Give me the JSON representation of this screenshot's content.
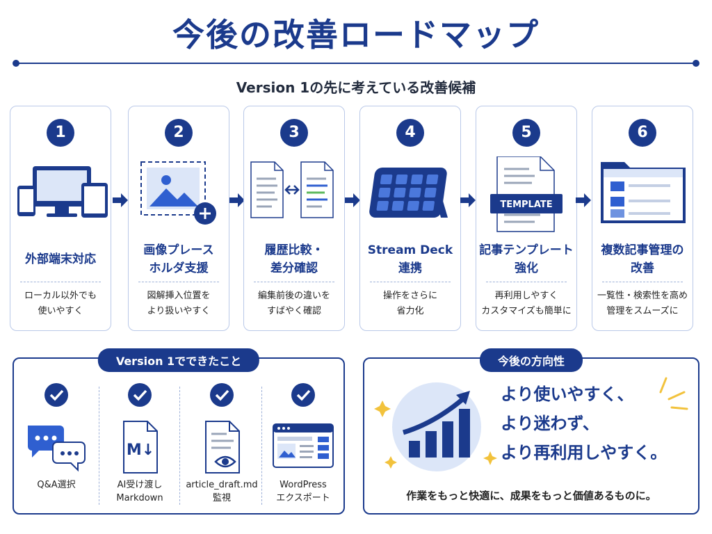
{
  "header": {
    "title": "今後の改善ロードマップ",
    "subtitle": "Version 1の先に考えている改善候補"
  },
  "steps": [
    {
      "num": "1",
      "title": "外部端末対応",
      "desc": "ローカル以外でも\n使いやすく",
      "icon": "devices-icon"
    },
    {
      "num": "2",
      "title": "画像プレース\nホルダ支援",
      "desc": "図解挿入位置を\nより扱いやすく",
      "icon": "image-placeholder-icon"
    },
    {
      "num": "3",
      "title": "履歴比較・\n差分確認",
      "desc": "編集前後の違いを\nすばやく確認",
      "icon": "document-diff-icon"
    },
    {
      "num": "4",
      "title": "Stream Deck\n連携",
      "desc": "操作をさらに\n省力化",
      "icon": "stream-deck-icon"
    },
    {
      "num": "5",
      "title": "記事テンプレート\n強化",
      "desc": "再利用しやすく\nカスタマイズも簡単に",
      "icon": "template-icon",
      "badge": "TEMPLATE"
    },
    {
      "num": "6",
      "title": "複数記事管理の\n改善",
      "desc": "一覧性・検索性を高め\n管理をスムーズに",
      "icon": "folder-list-icon"
    }
  ],
  "done_panel": {
    "tag": "Version 1でできたこと",
    "items": [
      {
        "label": "Q&A選択",
        "icon": "chat-bubbles-icon"
      },
      {
        "label": "AI受け渡し\nMarkdown",
        "icon": "markdown-file-icon",
        "glyph": "M↓"
      },
      {
        "label": "article_draft.md\n監視",
        "icon": "file-watch-icon"
      },
      {
        "label": "WordPress\nエクスポート",
        "icon": "browser-window-icon"
      }
    ]
  },
  "direction_panel": {
    "tag": "今後の方向性",
    "lines": [
      "より使いやすく、",
      "より迷わず、",
      "より再利用しやすく。"
    ],
    "footer": "作業をもっと快適に、成果をもっと価値あるものに。",
    "icon": "growth-chart-icon"
  },
  "colors": {
    "primary": "#1b3a8c",
    "accent": "#2f5fd0",
    "light": "#dce6f8",
    "spark": "#f2c23c"
  }
}
